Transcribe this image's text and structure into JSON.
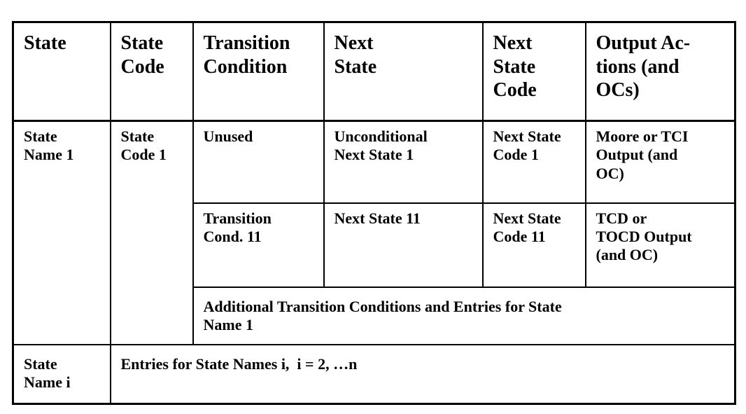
{
  "headers": [
    "State",
    "State Code",
    "Transition Condition",
    "Next State",
    "Next State Code",
    "Output Ac-tions (and OCs)"
  ],
  "header_lines": {
    "h0": [
      "State"
    ],
    "h1": [
      "State",
      "Code"
    ],
    "h2": [
      "Transition",
      "Condition"
    ],
    "h3": [
      "Next",
      "State"
    ],
    "h4": [
      "Next",
      "State",
      "Code"
    ],
    "h5": [
      "Output Ac-",
      "tions (and",
      "OCs)"
    ]
  },
  "rows": {
    "state1": {
      "state_name": [
        "State",
        "Name 1"
      ],
      "state_code": [
        "State",
        "Code 1"
      ],
      "entries": [
        {
          "condition": [
            "Unused"
          ],
          "next_state": [
            "Unconditional",
            "Next State 1"
          ],
          "next_state_code": [
            "Next State",
            "Code 1"
          ],
          "output": [
            "Moore or TCI",
            "Output (and",
            "OC)"
          ]
        },
        {
          "condition": [
            "Transition",
            "Cond. 11"
          ],
          "next_state": [
            "Next State 11"
          ],
          "next_state_code": [
            "Next State",
            "Code 11"
          ],
          "output": [
            "TCD or",
            "TOCD Output",
            "(and OC)"
          ]
        }
      ],
      "additional": [
        "Additional Transition Conditions and Entries for State",
        "Name 1"
      ]
    },
    "statei": {
      "state_name": [
        "State",
        "Name i"
      ],
      "entries_text": "Entries for State Names i,  i = 2, …n"
    }
  }
}
